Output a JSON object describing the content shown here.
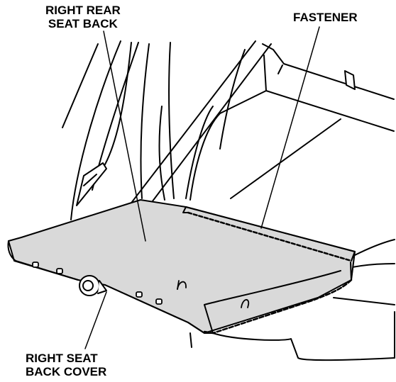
{
  "labels": {
    "right_rear_seat_back": {
      "line1": "RIGHT REAR",
      "line2": "SEAT BACK"
    },
    "fastener": "FASTENER",
    "right_seat_back_cover": {
      "line1": "RIGHT SEAT",
      "line2": "BACK COVER"
    }
  },
  "colors": {
    "line": "#000000",
    "cover_fill": "#d9d9d9",
    "background": "#ffffff"
  }
}
